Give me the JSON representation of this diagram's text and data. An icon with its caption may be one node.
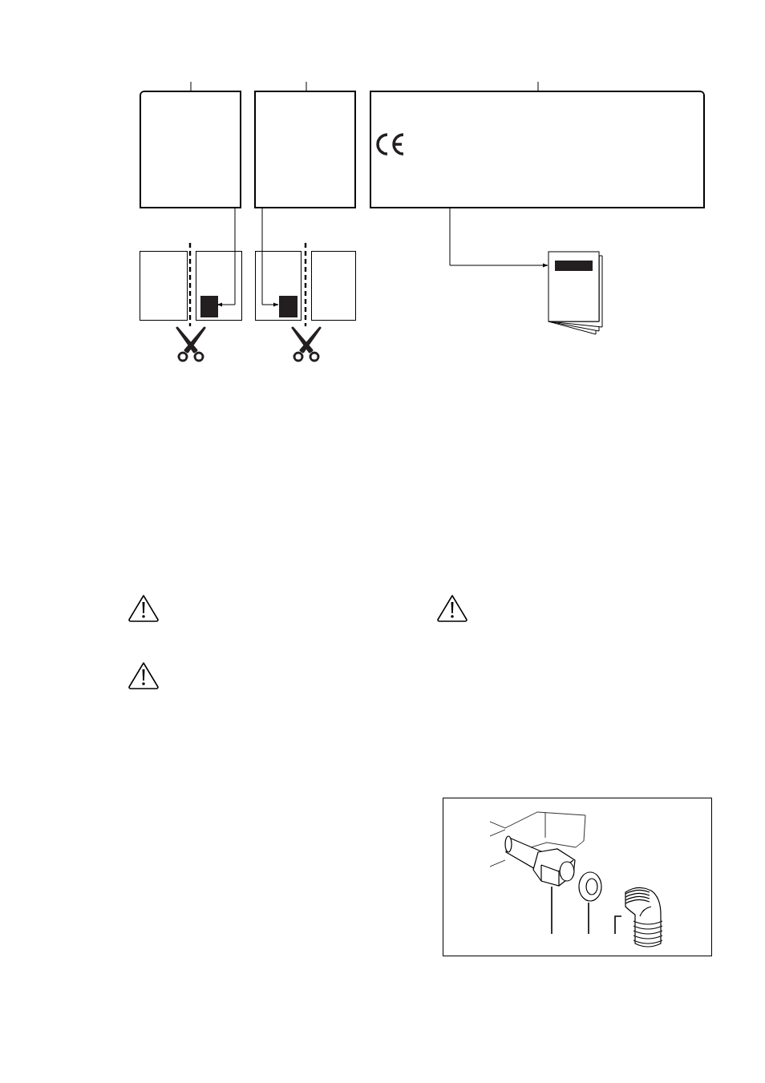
{
  "diagram": {
    "nodes": [
      {
        "text": [],
        "shape": "box"
      },
      {
        "text": [],
        "shape": "box"
      },
      {
        "text": [],
        "shape": "box"
      },
      {
        "text": [],
        "shape": "box"
      },
      {
        "text": [],
        "shape": "box"
      },
      {
        "text": [],
        "shape": "bar",
        "in": 4
      },
      {
        "text": [],
        "shape": "box"
      },
      {
        "text": [],
        "shape": "bar",
        "in": 6
      },
      {
        "text": [],
        "shape": "box"
      },
      {
        "text": [],
        "shape": "picture"
      },
      {
        "text": [],
        "shape": "box"
      },
      {
        "text": [],
        "shape": "picture",
        "in": 10
      },
      {
        "text": [],
        "shape": "picture",
        "in": 10
      },
      {
        "text": [],
        "shape": "picture",
        "in": 10
      }
    ],
    "edges": [
      {
        "from": 0,
        "to": 5,
        "arrow": "to"
      },
      {
        "from": 1,
        "to": 7,
        "arrow": "to"
      },
      {
        "from": 2,
        "to": 9,
        "arrow": "to"
      },
      {
        "from": null,
        "to": 0,
        "arrow": "none"
      },
      {
        "from": null,
        "to": 1,
        "arrow": "none"
      },
      {
        "from": null,
        "to": 2,
        "arrow": "none"
      },
      {
        "from": null,
        "to": 11,
        "arrow": "none"
      },
      {
        "from": null,
        "to": 12,
        "arrow": "none"
      },
      {
        "from": null,
        "to": 13,
        "arrow": "none"
      }
    ]
  }
}
